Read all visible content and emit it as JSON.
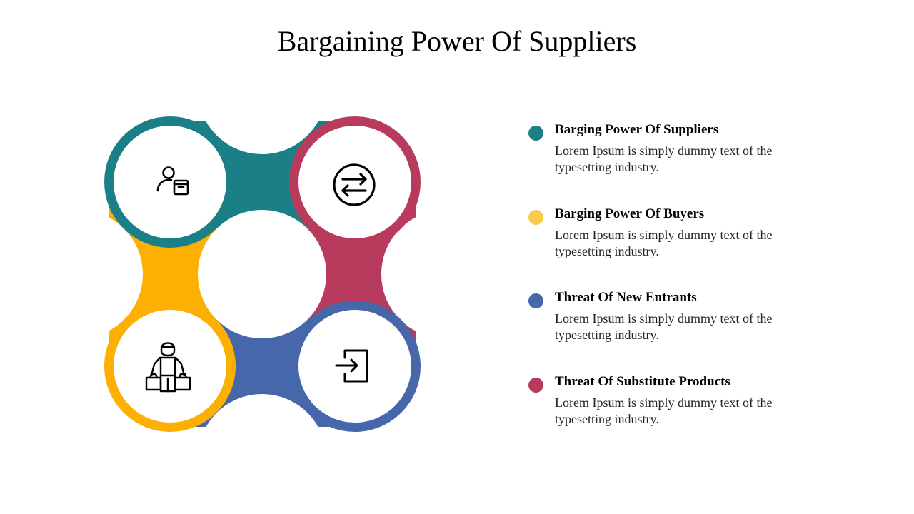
{
  "title": "Bargaining Power Of Suppliers",
  "colors": {
    "teal": "#1B7F87",
    "crimson": "#B83B5E",
    "yellow": "#FDB002",
    "blue": "#4667A9",
    "legend_yellow": "#FCC94F"
  },
  "diagram": {
    "nodes": [
      {
        "position": "top-left",
        "color": "#1B7F87",
        "icon": "supplier-with-box-icon"
      },
      {
        "position": "top-right",
        "color": "#B83B5E",
        "icon": "exchange-arrows-icon"
      },
      {
        "position": "bottom-left",
        "color": "#FDB002",
        "icon": "buyer-with-bags-icon"
      },
      {
        "position": "bottom-right",
        "color": "#4667A9",
        "icon": "sign-in-entry-icon"
      }
    ]
  },
  "legend": [
    {
      "heading": "Barging Power Of Suppliers",
      "text": "Lorem Ipsum is simply dummy text of the typesetting industry.",
      "color": "#1B7F87"
    },
    {
      "heading": "Barging Power Of Buyers",
      "text": "Lorem Ipsum is simply dummy text of the typesetting industry.",
      "color": "#FCC94F"
    },
    {
      "heading": "Threat Of New Entrants",
      "text": "Lorem Ipsum is simply dummy text of the typesetting industry.",
      "color": "#4667A9"
    },
    {
      "heading": "Threat Of Substitute Products",
      "text": "Lorem Ipsum is simply dummy text of the typesetting industry.",
      "color": "#B83B5E"
    }
  ]
}
